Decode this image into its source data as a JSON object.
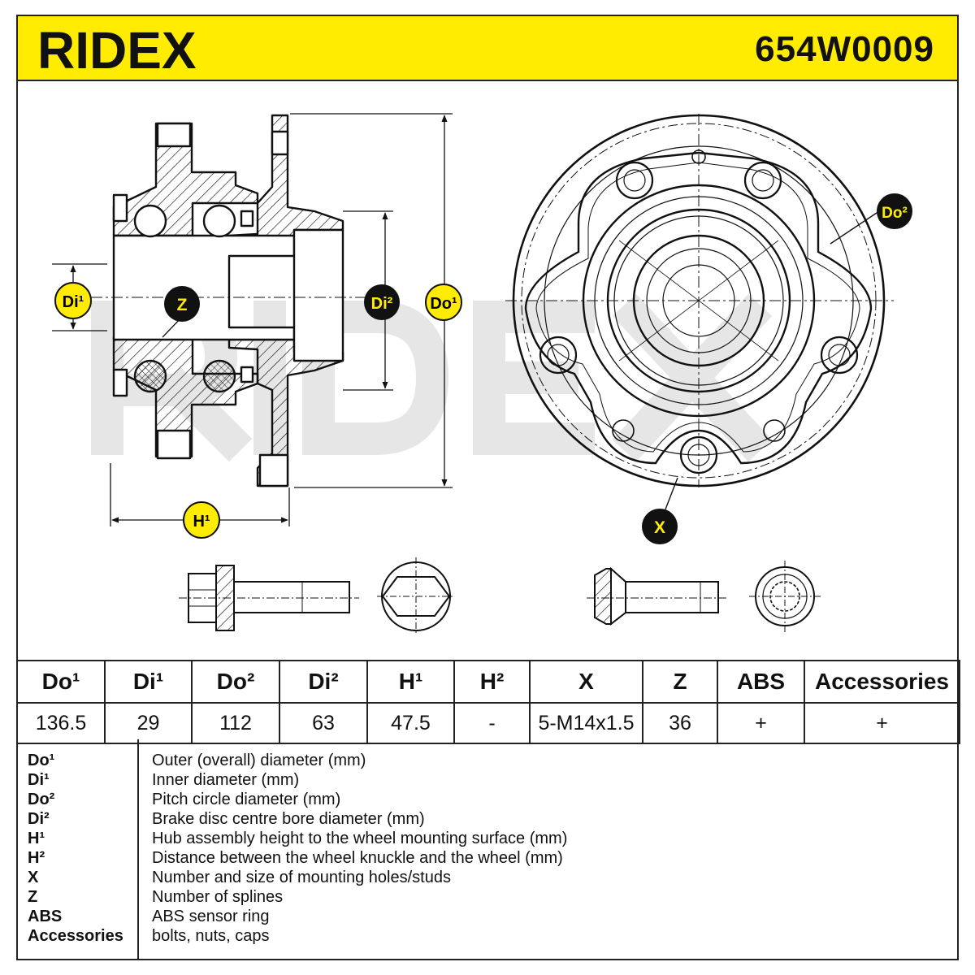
{
  "header": {
    "brand": "RIDEX",
    "part_number": "654W0009"
  },
  "drawing": {
    "callouts": {
      "di1": "Di¹",
      "z": "Z",
      "di2": "Di²",
      "do1": "Do¹",
      "do2": "Do²",
      "h1": "H¹",
      "x": "X"
    },
    "colors": {
      "accent_yellow": "#ffec00",
      "line": "#111111",
      "watermark": "#e6e6e6"
    }
  },
  "spec_table": {
    "headers": [
      "Do¹",
      "Di¹",
      "Do²",
      "Di²",
      "H¹",
      "H²",
      "X",
      "Z",
      "ABS",
      "Accessories"
    ],
    "values": [
      "136.5",
      "29",
      "112",
      "63",
      "47.5",
      "-",
      "5-M14x1.5",
      "36",
      "+",
      "+"
    ]
  },
  "legend": [
    {
      "key": "Do¹",
      "desc": "Outer (overall) diameter (mm)"
    },
    {
      "key": "Di¹",
      "desc": "Inner diameter (mm)"
    },
    {
      "key": "Do²",
      "desc": "Pitch circle diameter (mm)"
    },
    {
      "key": "Di²",
      "desc": "Brake disc centre bore diameter (mm)"
    },
    {
      "key": "H¹",
      "desc": "Hub assembly height to the wheel mounting surface (mm)"
    },
    {
      "key": "H²",
      "desc": "Distance between the wheel knuckle and the wheel (mm)"
    },
    {
      "key": "X",
      "desc": "Number and size of mounting holes/studs"
    },
    {
      "key": "Z",
      "desc": "Number of splines"
    },
    {
      "key": "ABS",
      "desc": "ABS sensor ring"
    },
    {
      "key": "Accessories",
      "desc": "bolts, nuts, caps"
    }
  ]
}
